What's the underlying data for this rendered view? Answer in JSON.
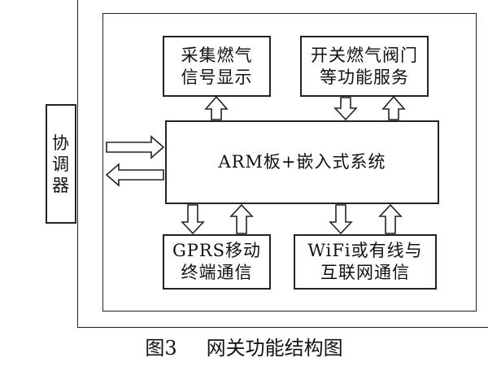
{
  "diagram": {
    "coordinator": "协\n调\n器",
    "arm": "ARM板+嵌入式系统",
    "collect": "采集燃气\n信号显示",
    "switch": "开关燃气阀门\n等功能服务",
    "gprs": "GPRS移动\n终端通信",
    "wifi": "WiFi或有线与\n互联网通信"
  },
  "caption": {
    "number": "图3",
    "title": "网关功能结构图"
  }
}
